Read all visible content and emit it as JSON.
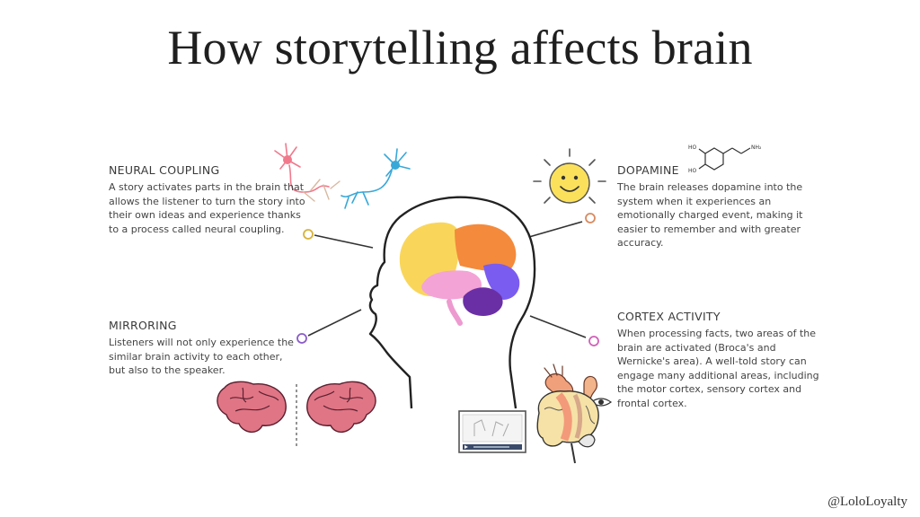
{
  "title": "How storytelling affects brain",
  "sections": {
    "neural_coupling": {
      "heading": "NEURAL COUPLING",
      "body": "A story activates parts in the brain that allows the listener to turn the story into their own ideas and experience thanks to a process called neural coupling."
    },
    "mirroring": {
      "heading": "MIRRORING",
      "body": "Listeners will not only experience the similar brain activity to each other, but also to the speaker."
    },
    "dopamine": {
      "heading": "DOPAMINE",
      "body": "The brain releases dopamine into the system when it experiences an emotionally charged event, making it easier to remember and with greater accuracy."
    },
    "cortex_activity": {
      "heading": "CORTEX ACTIVITY",
      "body": "When processing facts, two areas of the brain are activated (Broca's and Wernicke's area). A well-told story can engage many additional areas, including the motor cortex, sensory cortex and frontal cortex."
    }
  },
  "credit": "@LoloLoyalty",
  "molecule": {
    "label_ho1": "HO",
    "label_ho2": "HO",
    "label_nh2": "NH₂"
  },
  "colors": {
    "brain_yellow": "#f9d65a",
    "brain_orange": "#f48a3c",
    "brain_pink": "#f4a3d6",
    "brain_blue": "#7b5cf0",
    "brain_purple": "#6a2fa5",
    "sun": "#fbe05c",
    "neuron_pink": "#f07a8c",
    "neuron_blue": "#38a8d8",
    "small_brain": "#e07585"
  }
}
